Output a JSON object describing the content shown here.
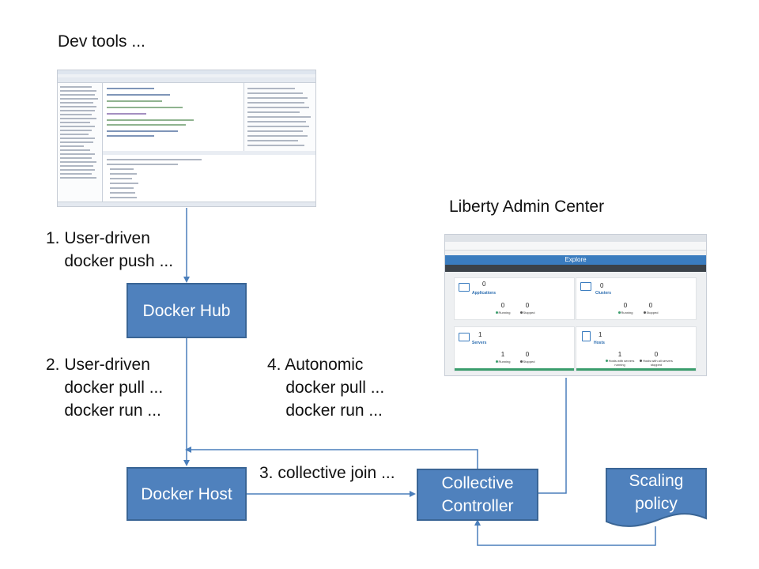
{
  "labels": {
    "dev_tools": "Dev tools ...",
    "admin_center": "Liberty Admin Center",
    "step1": "1. User-driven\n    docker push ...",
    "step2": "2. User-driven\n    docker pull ...\n    docker run ...",
    "step3": "3. collective join ...",
    "step4": "4. Autonomic\n    docker pull ...\n    docker run ..."
  },
  "boxes": {
    "docker_hub": "Docker Hub",
    "docker_host": "Docker Host",
    "collective_controller_line1": "Collective",
    "collective_controller_line2": "Controller",
    "scaling_policy_line1": "Scaling",
    "scaling_policy_line2": "policy"
  },
  "admin_thumbnail": {
    "header": "Explore",
    "applications": {
      "count": "0",
      "label": "Applications",
      "running": "0",
      "stopped": "0",
      "running_label": "Running",
      "stopped_label": "Stopped"
    },
    "clusters": {
      "count": "0",
      "label": "Clusters",
      "running": "0",
      "stopped": "0",
      "running_label": "Running",
      "stopped_label": "Stopped"
    },
    "servers": {
      "count": "1",
      "label": "Servers",
      "running": "1",
      "stopped": "0",
      "running_label": "Running",
      "stopped_label": "Stopped"
    },
    "hosts": {
      "count": "1",
      "label": "Hosts",
      "running": "1",
      "stopped": "0",
      "running_label": "Hosts with servers running",
      "stopped_label": "Hosts with all servers stopped"
    }
  },
  "colors": {
    "box_fill": "#4f81bd",
    "box_border": "#3a6595",
    "connector": "#4a7ebb",
    "admin_header": "#3a7cbf"
  }
}
